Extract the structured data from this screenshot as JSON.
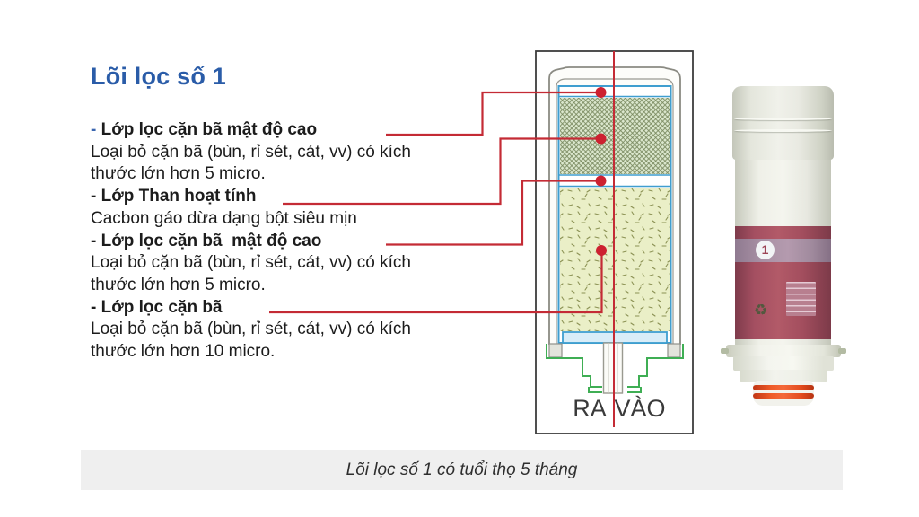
{
  "title": {
    "text": "Lõi lọc số 1"
  },
  "labels": {
    "item1_dash": "-",
    "item1_title": " Lớp lọc cặn bã mật độ cao",
    "item1_line1": "Loại bỏ cặn bã (bùn, rỉ sét, cát, vv) có kích",
    "item1_line2": "thước lớn hơn 5 micro.",
    "item2_title": "- Lớp Than hoạt tính",
    "item2_line1": "Cacbon gáo dừa dạng bột siêu mịn",
    "item3_title": "- Lớp lọc cặn bã  mật độ cao",
    "item3_line1": "Loại bỏ cặn bã (bùn, rỉ sét, cát, vv) có kích",
    "item3_line2": "thước lớn hơn 5 micro.",
    "item4_title": "- Lớp lọc cặn bã",
    "item4_line1": "Loại bỏ cặn bã (bùn, rỉ sét, cát, vv) có kích",
    "item4_line2": "thước lớn hơn 10 micro."
  },
  "diagram": {
    "outlet_label": "RA",
    "inlet_label": "VÀO"
  },
  "photo": {
    "number_badge": "1",
    "recycle_icon": "♻"
  },
  "caption": {
    "text": "Lõi lọc số 1 có tuổi thọ 5 tháng"
  },
  "colors": {
    "title_blue": "#2a5ca8",
    "connector_red": "#c42b35",
    "layer_blue": "#3f9ecf",
    "fitting_green": "#3fae54",
    "label_maroon": "#a34e5e",
    "caption_bg": "#efefef"
  }
}
